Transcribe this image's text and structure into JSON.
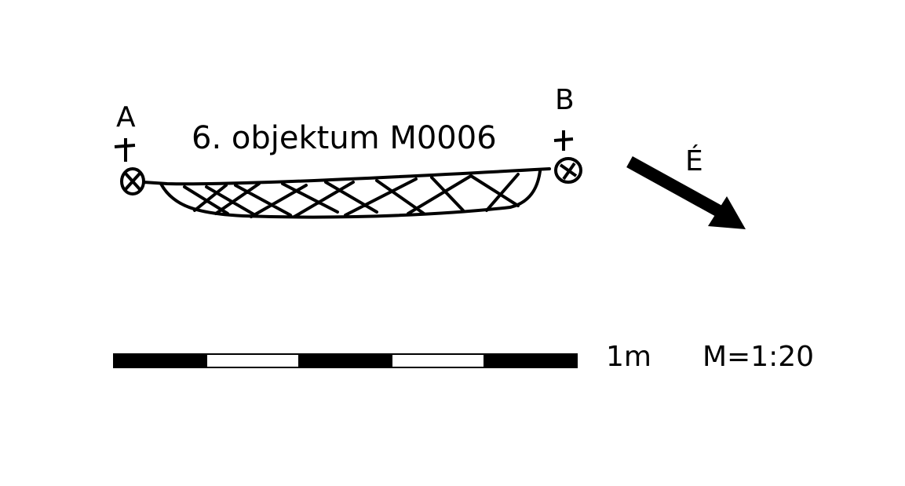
{
  "title": "6. objektum M0006",
  "points": {
    "a": "A",
    "b": "B"
  },
  "north_arrow": {
    "label": "É"
  },
  "scale_bar": {
    "length_label": "1m",
    "ratio_label": "M=1:20",
    "segments": 5
  },
  "colors": {
    "ink": "#000000",
    "paper": "#ffffff"
  }
}
